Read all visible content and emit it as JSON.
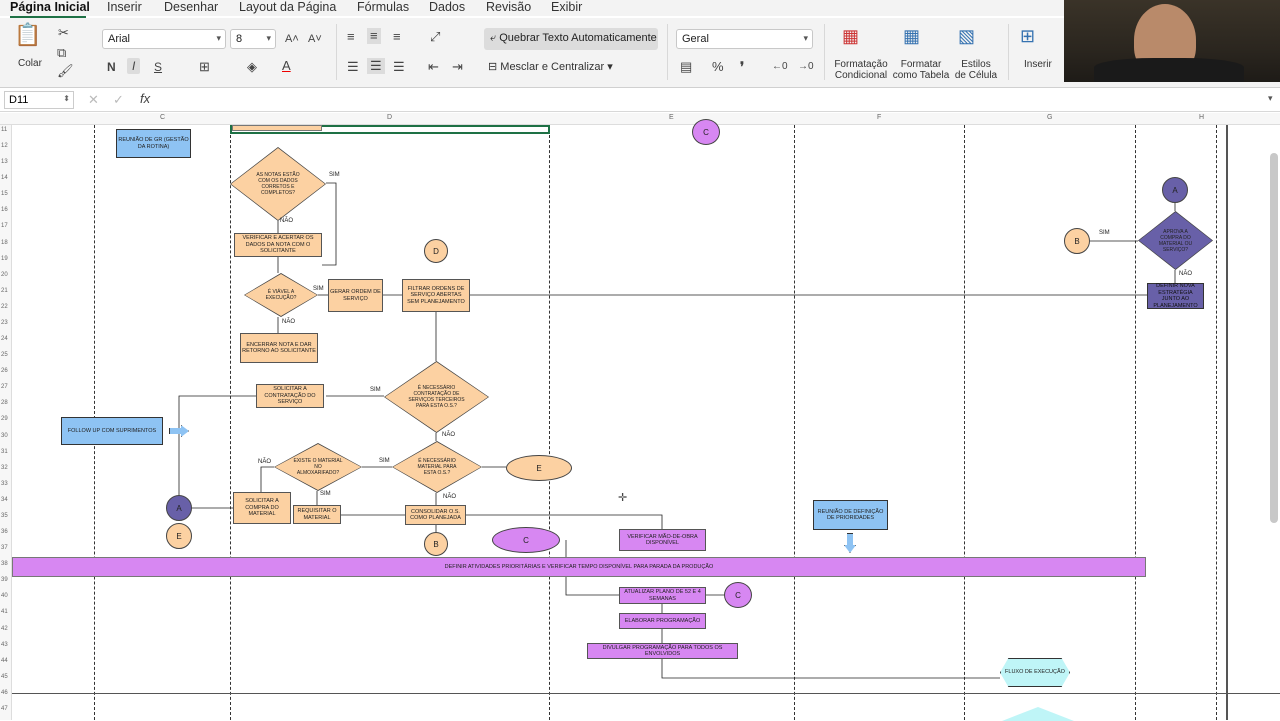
{
  "menu": [
    "Página Inicial",
    "Inserir",
    "Desenhar",
    "Layout da Página",
    "Fórmulas",
    "Dados",
    "Revisão",
    "Exibir"
  ],
  "ribbon": {
    "paste": "Colar",
    "font_name": "Arial",
    "font_size": "8",
    "bold": "N",
    "italic": "I",
    "underline": "S",
    "wrap_text": "Quebrar Texto Automaticamente",
    "merge_center": "Mesclar e Centralizar",
    "number_format": "Geral",
    "cond_format": [
      "Formatação",
      "Condicional"
    ],
    "format_table": [
      "Formatar",
      "como Tabela"
    ],
    "cell_styles": [
      "Estilos",
      "de Célula"
    ],
    "insert": "Inserir",
    "percent": "%"
  },
  "formula_bar": {
    "name_box": "D11",
    "fx": "fx",
    "value": ""
  },
  "columns": [
    {
      "label": "C"
    },
    {
      "label": "D"
    },
    {
      "label": "E"
    },
    {
      "label": "F"
    },
    {
      "label": "G"
    },
    {
      "label": "H"
    }
  ],
  "rows": [
    "11",
    "12",
    "13",
    "14",
    "15",
    "16",
    "17",
    "18",
    "19",
    "20",
    "21",
    "22",
    "23",
    "24",
    "25",
    "26",
    "27",
    "28",
    "29",
    "30",
    "31",
    "32",
    "33",
    "34",
    "35",
    "36",
    "37",
    "38",
    "39",
    "40",
    "41",
    "42",
    "43",
    "44",
    "45",
    "46",
    "47"
  ],
  "flow": {
    "reuniao_gr": "REUNIÃO DE GR (GESTÃO DA ROTINA)",
    "notas_corretas": "AS NOTAS ESTÃO COM OS DADOS CORRETOS E COMPLETOS?",
    "sim": "SIM",
    "nao": "NÃO",
    "verificar_acertar": "VERIFICAR E ACERTAR OS DADOS DA NOTA COM O SOLICITANTE",
    "viavel": "É VIÁVEL A EXECUÇÃO?",
    "gerar_os": "GERAR ORDEM DE SERVIÇO",
    "filtrar_os": "FILTRAR ORDENS DE SERVIÇO ABERTAS SEM PLANEJAMENTO",
    "encerrar": "ENCERRAR NOTA E DAR RETORNO AO SOLICITANTE",
    "necessario_contratacao": "É NECESSÁRIO CONTRATAÇÃO DE SERVIÇOS TERCEIROS PARA ESTA O.S.?",
    "solicitar_contratacao": "SOLICITAR A CONTRATAÇÃO DO SERVIÇO",
    "follow_up": "FOLLOW UP COM SUPRIMENTOS",
    "existe_material": "EXISTE O MATERIAL NO ALMOXARIFADO?",
    "necessario_material": "É NECESSÁRIO MATERIAL PARA ESTA O.S.?",
    "solicitar_compra": "SOLICITAR A COMPRA DO MATERIAL",
    "requisitar": "REQUISITAR O MATERIAL",
    "consolidar": "CONSOLIDAR O.S. COMO PLANEJADA",
    "verificar_mao": "VERIFICAR MÃO-DE-OBRA DISPONÍVEL",
    "reuniao_prioridades": "REUNIÃO DE DEFINIÇÃO DE PRIORIDADES",
    "definir_atividades": "DEFINIR ATIVIDADES PRIORITÁRIAS E VERIFICAR TEMPO DISPONÍVEL PARA PARADA DA PRODUÇÃO",
    "atualizar_plano": "ATUALIZAR PLANO DE 52 E 4 SEMANAS",
    "elaborar": "ELABORAR PROGRAMAÇÃO",
    "divulgar": "DIVULGAR PROGRAMAÇÃO PARA TODOS OS ENVOLVIDOS",
    "fluxo_execucao": "FLUXO DE EXECUÇÃO",
    "aprova_compra": "APROVA A COMPRA DO MATERIAL OU SERVIÇO?",
    "definir_estrategia": "DEFINIR NOVA ESTRATÉGIA JUNTO AO PLANEJAMENTO",
    "conn_a": "A",
    "conn_b": "B",
    "conn_c": "C",
    "conn_d": "D",
    "conn_e": "E"
  },
  "colors": {
    "orange": "#fcd1a2",
    "blue": "#8ec3f3",
    "purple": "#d787f2",
    "dark": "#6860a8",
    "cyan": "#bff5f7",
    "accent": "#1e7145"
  }
}
